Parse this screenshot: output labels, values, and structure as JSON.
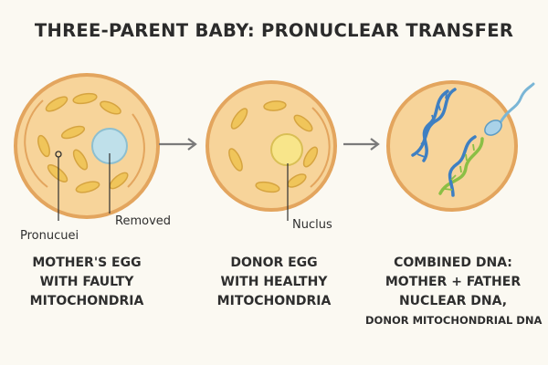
{
  "title": "THREE-PARENT BABY: PRONUCLEAR TRANSFER",
  "labels": {
    "pronuclei": "Pronucuei",
    "removed": "Removed",
    "nucleus": "Nuclus"
  },
  "captions": {
    "mother": [
      "MOTHER'S EGG",
      "WITH FAULTY",
      "MITOCHONDRIA"
    ],
    "donor": [
      "DONOR EGG",
      "WITH HEALTHY",
      "MITOCHONDRIA"
    ],
    "combined": [
      "COMBINED DNA:",
      "MOTHER + FATHER",
      "NUCLEAR DNA,",
      "DONOR MITOCHONDRIAL DNA"
    ]
  },
  "colors": {
    "cell_fill": "#f7d49a",
    "cell_ring": "#e3a55e",
    "mito_fill": "#f0c55a",
    "mito_stroke": "#d6a440",
    "removed_nucleus": "#bfe0ea",
    "donor_nucleus": "#f8e58a",
    "dna_blue": "#3e7fc2",
    "dna_green": "#8bbf45",
    "arrow": "#7a7a7a"
  }
}
